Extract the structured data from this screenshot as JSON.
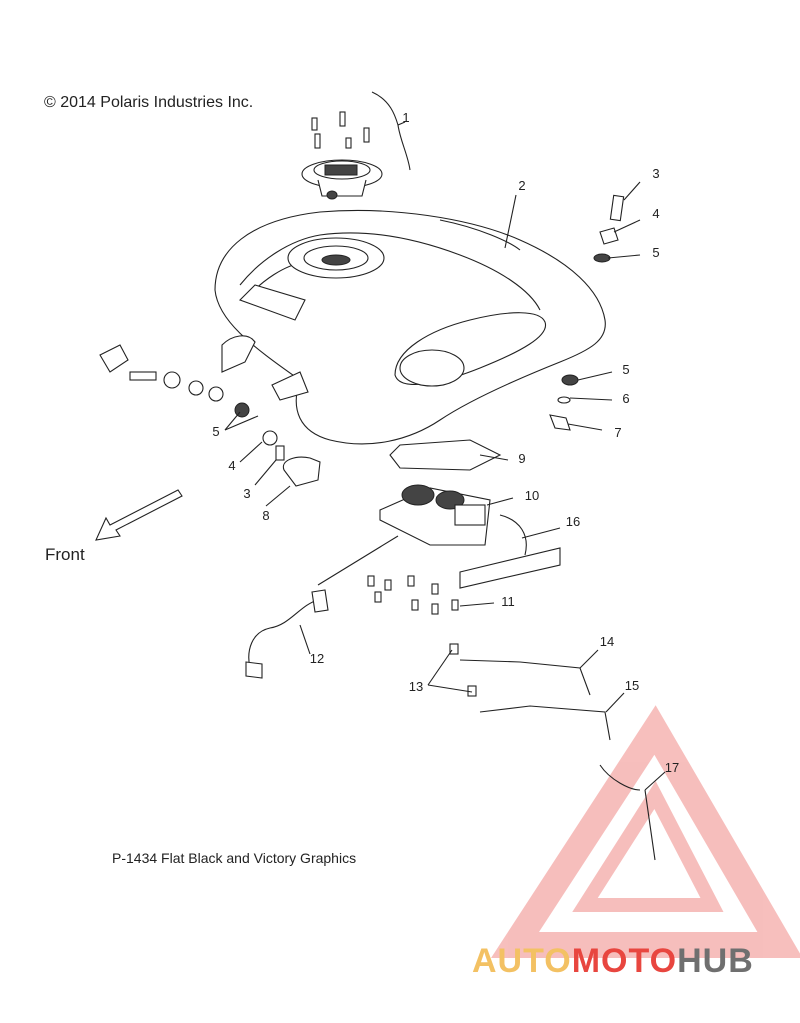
{
  "copyright": "© 2014 Polaris Industries Inc.",
  "caption": "P-1434  Flat Black and Victory Graphics",
  "front_label": "Front",
  "callouts": [
    {
      "id": "c1",
      "label": "1"
    },
    {
      "id": "c2",
      "label": "2"
    },
    {
      "id": "c3a",
      "label": "3"
    },
    {
      "id": "c4a",
      "label": "4"
    },
    {
      "id": "c5a",
      "label": "5"
    },
    {
      "id": "c5b",
      "label": "5"
    },
    {
      "id": "c6",
      "label": "6"
    },
    {
      "id": "c7",
      "label": "7"
    },
    {
      "id": "c5c",
      "label": "5"
    },
    {
      "id": "c4b",
      "label": "4"
    },
    {
      "id": "c3b",
      "label": "3"
    },
    {
      "id": "c8",
      "label": "8"
    },
    {
      "id": "c9",
      "label": "9"
    },
    {
      "id": "c10",
      "label": "10"
    },
    {
      "id": "c16",
      "label": "16"
    },
    {
      "id": "c11",
      "label": "11"
    },
    {
      "id": "c12",
      "label": "12"
    },
    {
      "id": "c14",
      "label": "14"
    },
    {
      "id": "c13",
      "label": "13"
    },
    {
      "id": "c15",
      "label": "15"
    },
    {
      "id": "c17",
      "label": "17"
    }
  ],
  "watermark": {
    "part1": "AUTO",
    "part2": "MOTO",
    "part3": "HUB",
    "colors": {
      "auto": "#f3c163",
      "moto": "#e8463f",
      "hub": "#6f6f6f",
      "triangle": "#f08a87"
    }
  }
}
